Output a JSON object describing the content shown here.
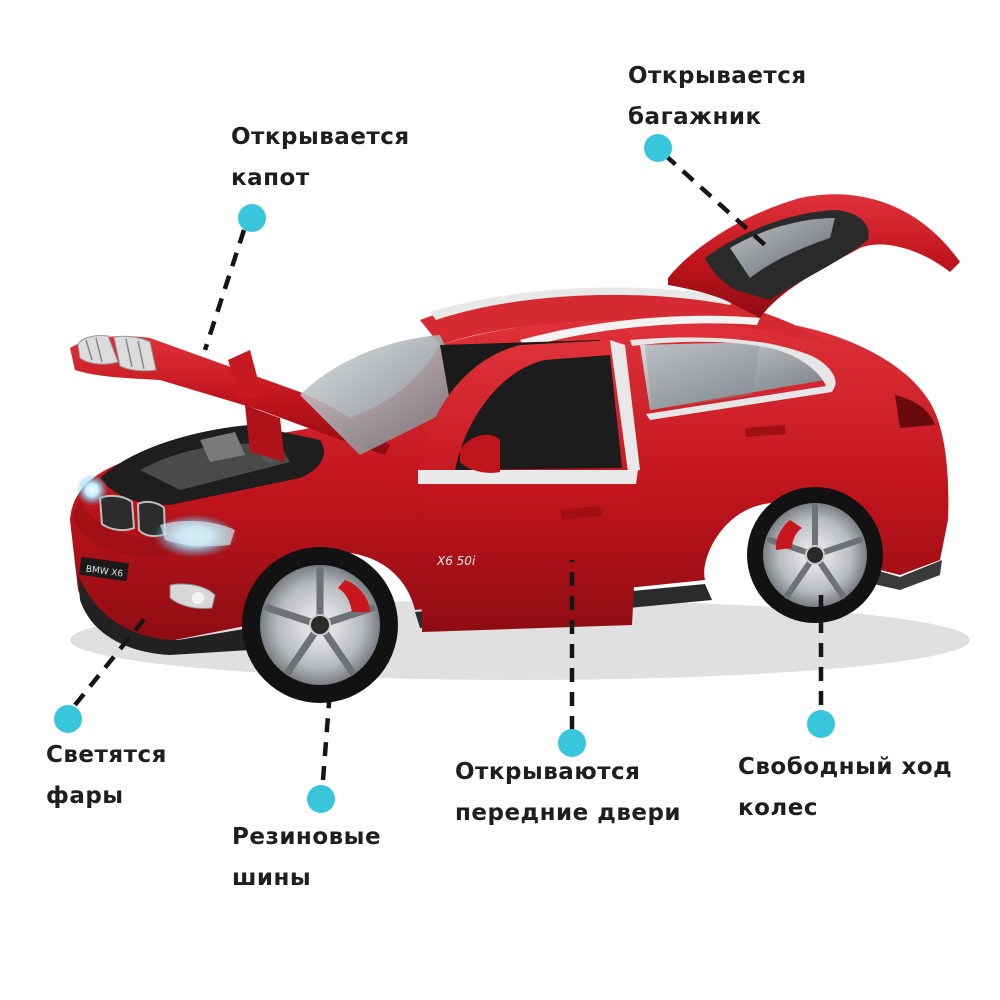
{
  "callouts": {
    "hood": {
      "line1": "Открывается",
      "line2": "капот"
    },
    "trunk": {
      "line1": "Открывается",
      "line2": "багажник"
    },
    "lights": {
      "line1": "Светятся",
      "line2": "фары"
    },
    "tires": {
      "line1": "Резиновые",
      "line2": "шины"
    },
    "doors": {
      "line1": "Открываются",
      "line2": "передние двери"
    },
    "wheels": {
      "line1": "Свободный ход",
      "line2": "колес"
    }
  },
  "badges": {
    "grille_plate": "BMW X6",
    "door_badge": "X6 50i"
  },
  "colors": {
    "car_body": "#c0141c",
    "marker": "#38c6dc",
    "text": "#1e1e1e"
  }
}
